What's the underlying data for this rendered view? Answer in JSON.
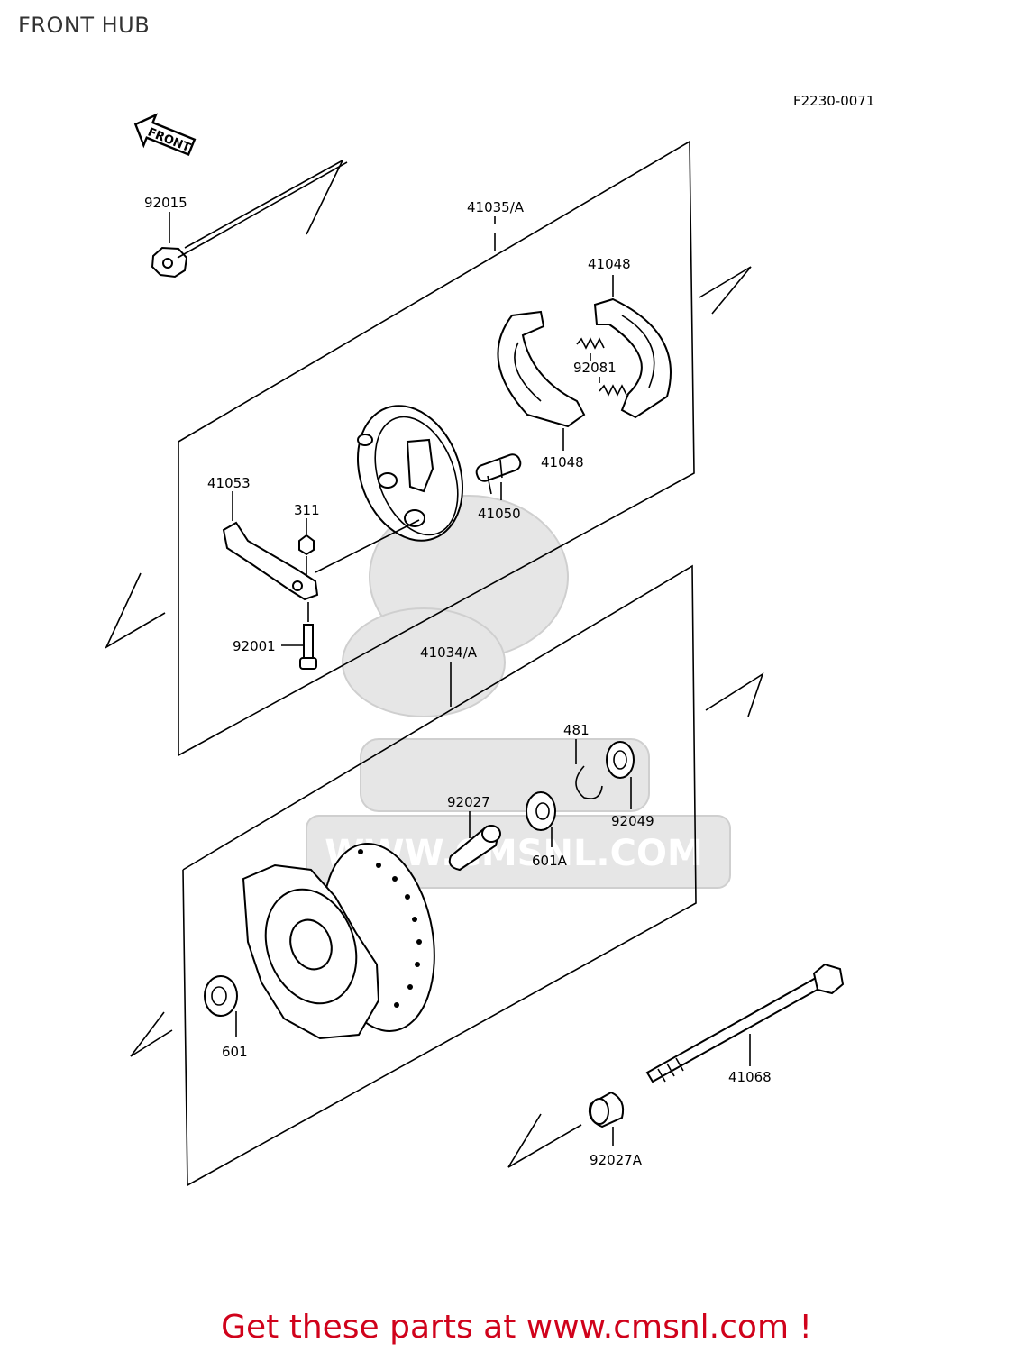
{
  "title": "FRONT HUB",
  "figure_code": "F2230-0071",
  "front_arrow_label": "FRONT",
  "watermark_url": "WWW.CMSNL.COM",
  "footer_link": "Get these parts at www.cmsnl.com !",
  "colors": {
    "footer": "#d0021b",
    "watermark": "#e6e6e6"
  },
  "parts": {
    "p92015": "92015",
    "p41035A": "41035/A",
    "p41048_top": "41048",
    "p92081": "92081",
    "p41048_bottom": "41048",
    "p41053": "41053",
    "p311": "311",
    "p41050": "41050",
    "p92001": "92001",
    "p41034A": "41034/A",
    "p481": "481",
    "p92027": "92027",
    "p92049": "92049",
    "p601A": "601A",
    "p601": "601",
    "p41068": "41068",
    "p92027A": "92027A"
  }
}
